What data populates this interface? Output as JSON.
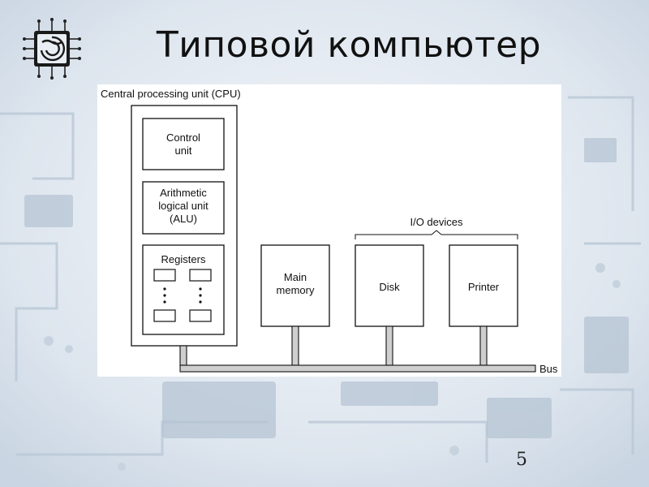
{
  "slide": {
    "title": "Типовой компьютер",
    "number": "5"
  },
  "colors": {
    "background": "#eef2f7",
    "panel": "#ffffff",
    "stroke": "#111111",
    "bus_fill": "#cfcfcf"
  },
  "icons": {
    "logo": "circuit-chip-icon",
    "background": "circuit-board-photo"
  },
  "diagram": {
    "cpu_label": "Central processing unit (CPU)",
    "control_unit": [
      "Control",
      "unit"
    ],
    "alu": [
      "Arithmetic",
      "logical unit",
      "(ALU)"
    ],
    "registers_label": "Registers",
    "main_memory": [
      "Main",
      "memory"
    ],
    "io_label": "I/O devices",
    "disk": "Disk",
    "printer": "Printer",
    "bus_label": "Bus"
  }
}
